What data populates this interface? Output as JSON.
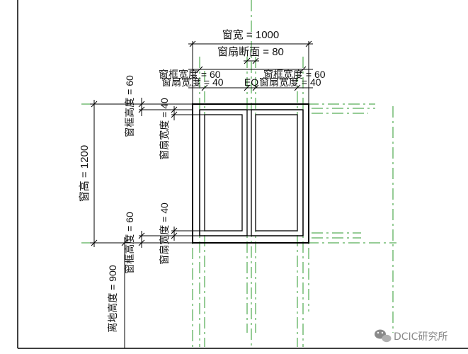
{
  "colors": {
    "line": "#000000",
    "reference_plane": "#2e9a2e",
    "watermark": "#8a8a8a",
    "background": "#ffffff"
  },
  "dimensions": {
    "window_width": "窗宽 = 1000",
    "sash_section": "窗扇断面 = 80",
    "frame_width_left": "窗框宽度 = 60",
    "frame_width_right": "窗框宽度 = 60",
    "sash_width_left": "窗扇宽度 = 40",
    "eq": "EQ",
    "sash_width_right": "窗扇宽度 = 40",
    "window_height": "窗高 = 1200",
    "frame_height_top": "窗框高度 = 60",
    "sash_width_top": "窗扇宽度 = 40",
    "frame_height_bottom": "窗框高度 = 60",
    "sash_width_bottom": "窗扇宽度 = 40",
    "sill_height": "离地高度 = 900"
  },
  "watermark": {
    "icon": "wechat-icon",
    "text": "DCIC研究所"
  }
}
